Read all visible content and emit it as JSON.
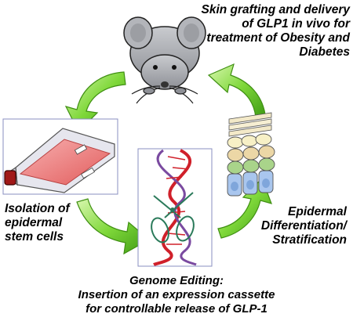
{
  "labels": {
    "delivery": [
      "Skin grafting and delivery",
      "of GLP1 in vivo for",
      "treatment of Obesity and",
      "Diabetes"
    ],
    "isolation": [
      "Isolation of",
      "epidermal",
      "stem cells"
    ],
    "differentiation": [
      "Epidermal",
      "Differentiation/",
      "Stratification"
    ],
    "editing": [
      "Genome Editing:",
      "Insertion of an expression cassette",
      "for controllable release of GLP-1"
    ]
  },
  "colors": {
    "arrow_green": "#4caf1e",
    "arrow_light": "#c8f29a",
    "mouse_gray": "#a9abb0",
    "flask_fluid": "#f08080",
    "dna_red": "#d0202a",
    "dna_purple": "#7a4aa0"
  },
  "icons": [
    "mouse-icon",
    "culture-flask-icon",
    "dna-scissors-icon",
    "epidermis-layers-icon"
  ]
}
